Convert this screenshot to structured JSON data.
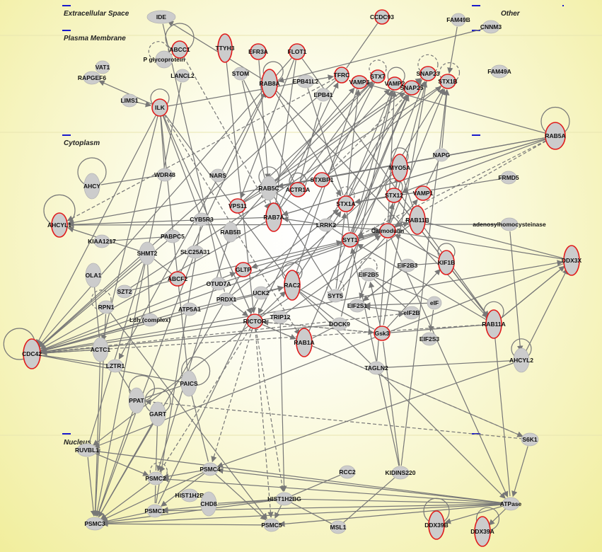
{
  "regions": [
    {
      "name": "Extracellular Space"
    },
    {
      "name": "Other"
    },
    {
      "name": "Plasma Membrane"
    },
    {
      "name": "Cytoplasm"
    },
    {
      "name": "Nucleus"
    }
  ],
  "colors": {
    "node_fill": "#cccccc",
    "highlight_border": "#e01b1b",
    "edge": "#777777"
  },
  "nodes": [
    {
      "id": "IDE",
      "label": "IDE",
      "focus": false
    },
    {
      "id": "CCDC93",
      "label": "CCDC93",
      "focus": true
    },
    {
      "id": "FAM49B",
      "label": "FAM49B",
      "focus": false
    },
    {
      "id": "CNNM3",
      "label": "CNNM3",
      "focus": false
    },
    {
      "id": "FAM49A",
      "label": "FAM49A",
      "focus": false
    },
    {
      "id": "Pgp",
      "label": "P glycoprotein",
      "focus": false
    },
    {
      "id": "ABCC1",
      "label": "ABCC1",
      "focus": true
    },
    {
      "id": "TTYH3",
      "label": "TTYH3",
      "focus": true
    },
    {
      "id": "EFR3A",
      "label": "EFR3A",
      "focus": true
    },
    {
      "id": "FLOT1",
      "label": "FLOT1",
      "focus": true
    },
    {
      "id": "VAT1",
      "label": "VAT1",
      "focus": false
    },
    {
      "id": "RAPGEF6",
      "label": "RAPGEF6",
      "focus": false
    },
    {
      "id": "LANCL2",
      "label": "LANCL2",
      "focus": false
    },
    {
      "id": "STOM",
      "label": "STOM",
      "focus": false
    },
    {
      "id": "RAB8A",
      "label": "RAB8A",
      "focus": true
    },
    {
      "id": "EPB41L2",
      "label": "EPB41L2",
      "focus": false
    },
    {
      "id": "EPB41",
      "label": "EPB41",
      "focus": false
    },
    {
      "id": "TFRC",
      "label": "TFRC",
      "focus": true
    },
    {
      "id": "VAMP3",
      "label": "VAMP3",
      "focus": true
    },
    {
      "id": "STX7",
      "label": "STX7",
      "focus": true
    },
    {
      "id": "VAMP2",
      "label": "VAMP2",
      "focus": true
    },
    {
      "id": "SNAP23",
      "label": "SNAP23",
      "focus": true
    },
    {
      "id": "SNAP25",
      "label": "SNAP25",
      "focus": true
    },
    {
      "id": "STX1B",
      "label": "STX1B",
      "focus": true
    },
    {
      "id": "LIMS1",
      "label": "LIMS1",
      "focus": false
    },
    {
      "id": "ILK",
      "label": "ILK",
      "focus": true
    },
    {
      "id": "RAB5A",
      "label": "RAB5A",
      "focus": true
    },
    {
      "id": "NAPG",
      "label": "NAPG",
      "focus": false
    },
    {
      "id": "MYO5A",
      "label": "MYO5A",
      "focus": true
    },
    {
      "id": "FRMD5",
      "label": "FRMD5",
      "focus": false
    },
    {
      "id": "AHCY",
      "label": "AHCY",
      "focus": false
    },
    {
      "id": "WDR48",
      "label": "WDR48",
      "focus": false
    },
    {
      "id": "NARS",
      "label": "NARS",
      "focus": false
    },
    {
      "id": "RAB5C",
      "label": "RAB5C",
      "focus": false
    },
    {
      "id": "ACTR1A",
      "label": "ACTR1A",
      "focus": true
    },
    {
      "id": "STXBP1",
      "label": "STXBP1",
      "focus": true
    },
    {
      "id": "STX1A",
      "label": "STX1A",
      "focus": true
    },
    {
      "id": "STX12",
      "label": "STX12",
      "focus": true
    },
    {
      "id": "VAMP1",
      "label": "VAMP1",
      "focus": true
    },
    {
      "id": "AHCYL1",
      "label": "AHCYL1",
      "focus": true
    },
    {
      "id": "VPS11",
      "label": "VPS11",
      "focus": true
    },
    {
      "id": "RAB7A",
      "label": "RAB7A",
      "focus": true
    },
    {
      "id": "RAB11B",
      "label": "RAB11B",
      "focus": true
    },
    {
      "id": "adenosyl",
      "label": "adenosylhomocysteinase",
      "focus": false
    },
    {
      "id": "CYB5R3",
      "label": "CYB5R3",
      "focus": false
    },
    {
      "id": "RAB5B",
      "label": "RAB5B",
      "focus": false
    },
    {
      "id": "LRRK2",
      "label": "LRRK2",
      "focus": false
    },
    {
      "id": "Calmodulin",
      "label": "Calmodulin",
      "focus": true
    },
    {
      "id": "PABPC5",
      "label": "PABPC5",
      "focus": false
    },
    {
      "id": "KIAA1217",
      "label": "KIAA1217",
      "focus": false
    },
    {
      "id": "SYT1",
      "label": "SYT1",
      "focus": true
    },
    {
      "id": "SLC25A31",
      "label": "SLC25A31",
      "focus": false
    },
    {
      "id": "SHMT2",
      "label": "SHMT2",
      "focus": false
    },
    {
      "id": "DDX3X",
      "label": "DDX3X",
      "focus": true
    },
    {
      "id": "GLTP",
      "label": "GLTP",
      "focus": true
    },
    {
      "id": "KIF1B",
      "label": "KIF1B",
      "focus": true
    },
    {
      "id": "OLA1",
      "label": "OLA1",
      "focus": false
    },
    {
      "id": "EIF2B3",
      "label": "EIF2B3",
      "focus": false
    },
    {
      "id": "EIF2B5",
      "label": "EIF2B5",
      "focus": false
    },
    {
      "id": "ABCF2",
      "label": "ABCF2",
      "focus": true
    },
    {
      "id": "OTUD7A",
      "label": "OTUD7A",
      "focus": false
    },
    {
      "id": "SZT2",
      "label": "SZT2",
      "focus": false
    },
    {
      "id": "RAC2",
      "label": "RAC2",
      "focus": true
    },
    {
      "id": "UCK2",
      "label": "UCK2",
      "focus": false
    },
    {
      "id": "PRDX1",
      "label": "PRDX1",
      "focus": false
    },
    {
      "id": "SYT5",
      "label": "SYT5",
      "focus": false
    },
    {
      "id": "ATP5A1",
      "label": "ATP5A1",
      "focus": false
    },
    {
      "id": "EIF2S1",
      "label": "EIF2S1",
      "focus": false
    },
    {
      "id": "eIF",
      "label": "eIF",
      "focus": false
    },
    {
      "id": "RPN1",
      "label": "RPN1",
      "focus": false
    },
    {
      "id": "TRIP12",
      "label": "TRIP12",
      "focus": false
    },
    {
      "id": "eIF2B",
      "label": "eIF2B",
      "focus": false
    },
    {
      "id": "RICTOR",
      "label": "RICTOR",
      "focus": true
    },
    {
      "id": "Ldh",
      "label": "Ldh (complex)",
      "focus": false
    },
    {
      "id": "DOCK9",
      "label": "DOCK9",
      "focus": false
    },
    {
      "id": "RAB11A",
      "label": "RAB11A",
      "focus": true
    },
    {
      "id": "CDC42",
      "label": "CDC42",
      "focus": true
    },
    {
      "id": "ACTC1",
      "label": "ACTC1",
      "focus": false
    },
    {
      "id": "Gsk3",
      "label": "Gsk3",
      "focus": true
    },
    {
      "id": "EIF2S3",
      "label": "EIF2S3",
      "focus": false
    },
    {
      "id": "RAB1A",
      "label": "RAB1A",
      "focus": true
    },
    {
      "id": "AHCYL2",
      "label": "AHCYL2",
      "focus": false
    },
    {
      "id": "LZTR1",
      "label": "LZTR1",
      "focus": false
    },
    {
      "id": "TAGLN2",
      "label": "TAGLN2",
      "focus": false
    },
    {
      "id": "PAICS",
      "label": "PAICS",
      "focus": false
    },
    {
      "id": "PPAT",
      "label": "PPAT",
      "focus": false
    },
    {
      "id": "GART",
      "label": "GART",
      "focus": false
    },
    {
      "id": "S6K1",
      "label": "S6K1",
      "focus": false
    },
    {
      "id": "RUVBL1",
      "label": "RUVBL1",
      "focus": false
    },
    {
      "id": "PSMC4",
      "label": "PSMC4",
      "focus": false
    },
    {
      "id": "RCC2",
      "label": "RCC2",
      "focus": false
    },
    {
      "id": "KIDINS220",
      "label": "KIDINS220",
      "focus": false
    },
    {
      "id": "PSMC2",
      "label": "PSMC2",
      "focus": false
    },
    {
      "id": "HIST1H2B",
      "label": "HIST1H2B",
      "focus": false
    },
    {
      "id": "CHD8",
      "label": "CHD8",
      "focus": false
    },
    {
      "id": "HIST1H2BG",
      "label": "HIST1H2BG",
      "focus": false
    },
    {
      "id": "ATPase",
      "label": "ATPase",
      "focus": false
    },
    {
      "id": "PSMC1",
      "label": "PSMC1",
      "focus": false
    },
    {
      "id": "PSMC3",
      "label": "PSMC3",
      "focus": false
    },
    {
      "id": "PSMC5",
      "label": "PSMC5",
      "focus": false
    },
    {
      "id": "MSL1",
      "label": "MSL1",
      "focus": false
    },
    {
      "id": "DDX39B",
      "label": "DDX39B",
      "focus": true
    },
    {
      "id": "DDX39A",
      "label": "DDX39A",
      "focus": true
    }
  ]
}
